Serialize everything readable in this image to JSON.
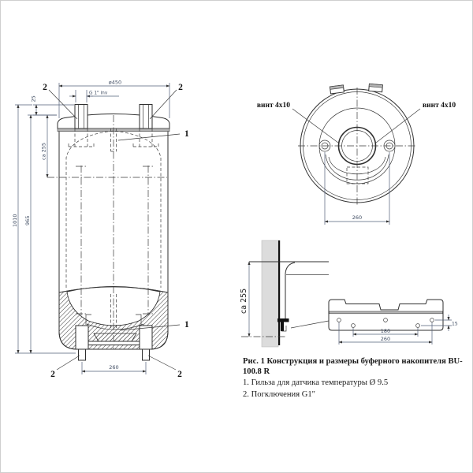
{
  "figure": {
    "front_view": {
      "labels": {
        "diameter": "ø450",
        "thread": "G 1\" inv",
        "offset_top": "25",
        "sensor_depth": "ca 255",
        "height_total": "1010",
        "height_body": "965",
        "bottom_spacing": "260",
        "callout_1_top": "1",
        "callout_1_bottom": "1",
        "callout_2_top_left": "2",
        "callout_2_top_right": "2",
        "callout_2_bottom_left": "2",
        "callout_2_bottom_right": "2"
      }
    },
    "top_view": {
      "labels": {
        "screw_left": "винт 4x10",
        "screw_right": "винт 4x10",
        "hole_spacing": "260"
      }
    },
    "side_view": {
      "labels": {
        "mount_height": "ca 255",
        "hole_spacing_inner": "180",
        "hole_spacing_outer": "260",
        "hole_row_offset": "15"
      }
    },
    "caption": {
      "title": "Рис. 1 Конструкция и размеры буферного накопителя BU-100.8 R",
      "items": [
        "1. Гильза для датчика температуры Ø 9.5",
        "2. Погключения G1\""
      ]
    },
    "colors": {
      "line": "#2f2f2f",
      "dimension": "#3e4b61",
      "band_gray": "#b3b3b3",
      "wall_gray": "#dcdcdc",
      "background": "#ffffff"
    }
  }
}
